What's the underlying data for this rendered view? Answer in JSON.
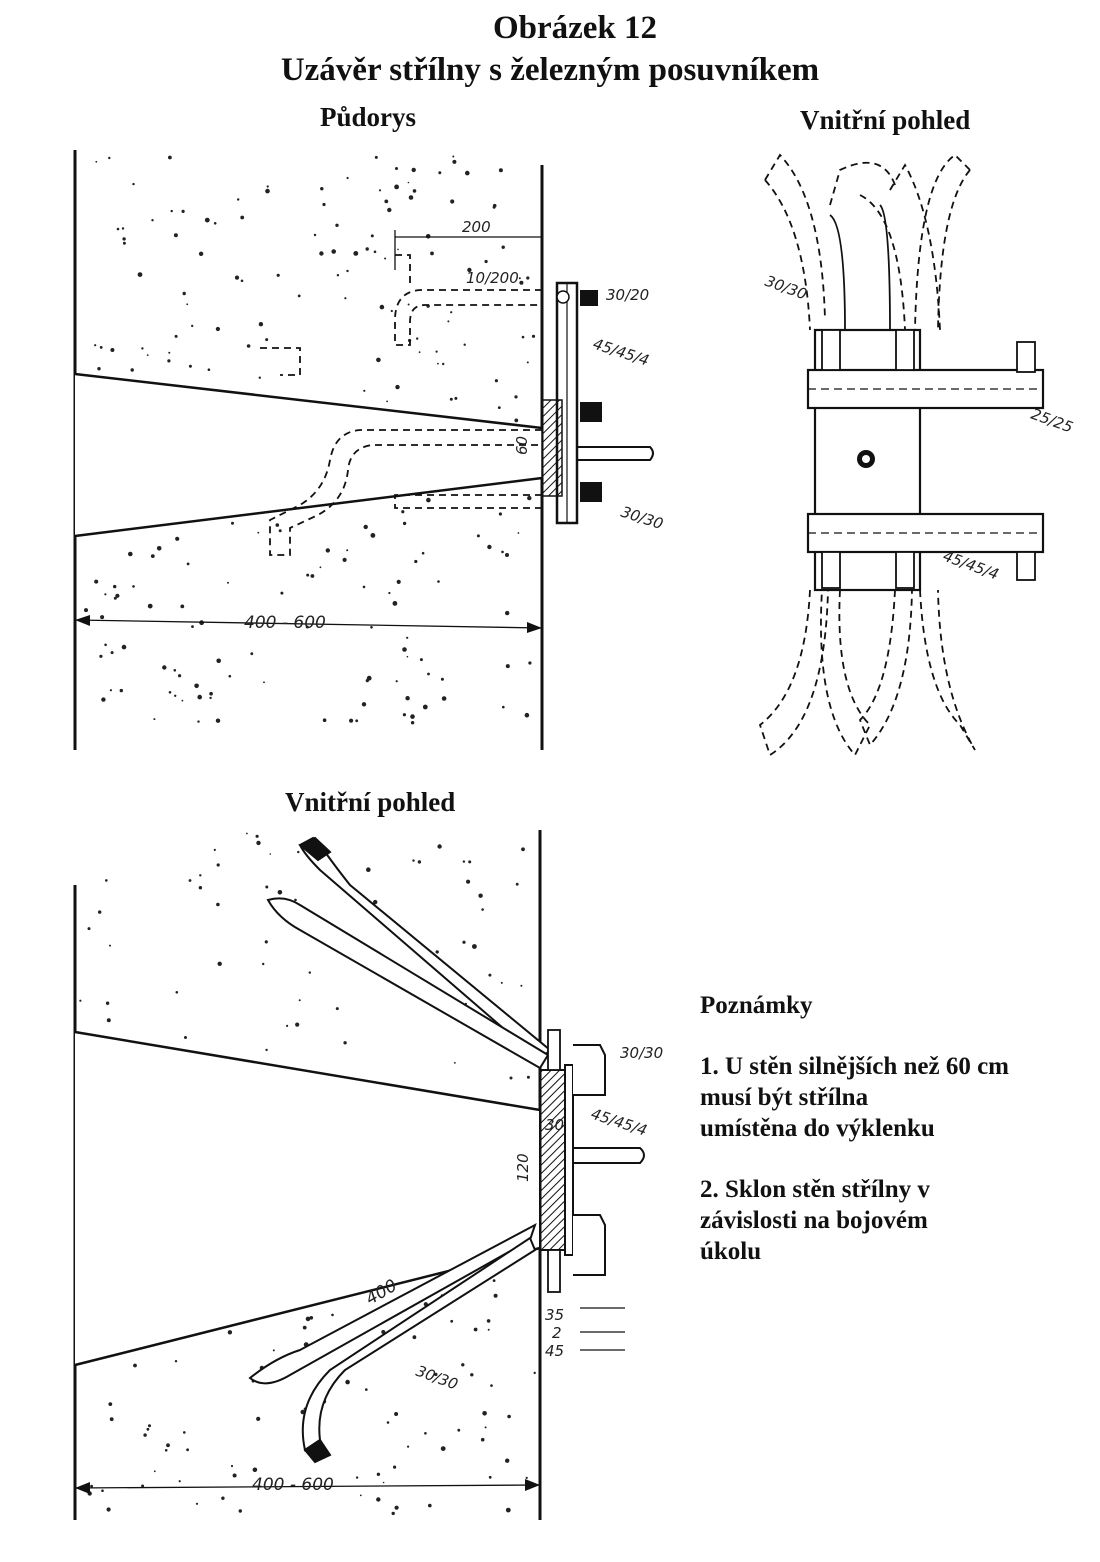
{
  "figure": {
    "title": "Obrázek 12",
    "subtitle": "Uzávěr střílny s železným posuvníkem"
  },
  "views": {
    "plan": {
      "label": "Půdorys"
    },
    "inner_top": {
      "label": "Vnitřní pohled"
    },
    "inner_bottom": {
      "label": "Vnitřní pohled"
    }
  },
  "dimensions": {
    "plan_width": "400 - 600",
    "plan_200": "200",
    "plan_10_200": "10/200",
    "plan_30_20": "30/20",
    "plan_45_45": "45/45/4",
    "plan_60": "60",
    "plan_30_30": "30/30",
    "inner_30_30": "30/30",
    "inner_25_25": "25/25",
    "inner_45_45": "45/45/4",
    "bottom_30_30_top": "30/30",
    "bottom_45_45": "45/45/4",
    "bottom_120": "120",
    "bottom_30": "30",
    "bottom_400": "400",
    "bottom_30_30_low": "30/30",
    "bottom_35": "35",
    "bottom_2": "2",
    "bottom_45": "45",
    "bottom_width": "400 - 600"
  },
  "notes": {
    "title": "Poznámky",
    "items": [
      "1. U stěn silnějších než 60 cm\n musí být střílna\n umístěna do výklenku",
      "2. Sklon stěn střílny v\n závislosti na bojovém\n úkolu"
    ]
  }
}
